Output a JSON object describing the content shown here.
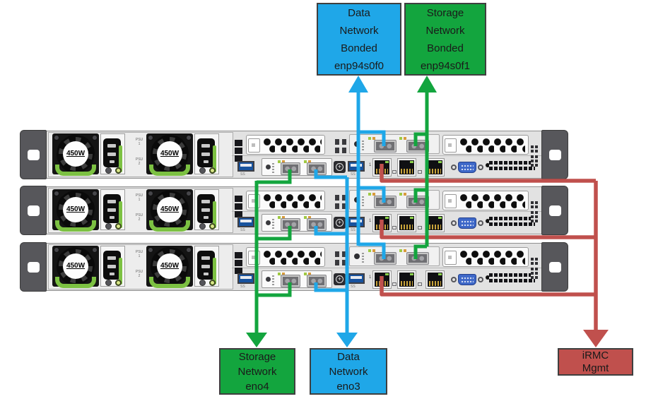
{
  "colors": {
    "data_network_blue": "#1FA7E8",
    "storage_network_green": "#13A53E",
    "irmc_red": "#C0504D",
    "psu_green": "#7CC142"
  },
  "boxes": {
    "data_bonded": {
      "lines": [
        "Data",
        "Network",
        "Bonded",
        "enp94s0f0"
      ]
    },
    "storage_bonded": {
      "lines": [
        "Storage",
        "Network",
        "Bonded",
        "enp94s0f1"
      ]
    },
    "storage_eno4": {
      "lines": [
        "Storage",
        "Network",
        "eno4"
      ]
    },
    "data_eno3": {
      "lines": [
        "Data",
        "Network",
        "eno3"
      ]
    },
    "irmc_mgmt": {
      "lines": [
        "iRMC",
        "Mgmt"
      ]
    }
  },
  "server": {
    "count": 3,
    "psu_wattage": "450W",
    "psu_slot_labels": [
      {
        "name": "PSU",
        "num": "1"
      },
      {
        "name": "PSU",
        "num": "2"
      }
    ],
    "usb_label": "SS",
    "lan_port_label": "1"
  },
  "connections": [
    {
      "network": "Data Network Bonded",
      "interface": "enp94s0f0",
      "color": "#1FA7E8",
      "ports": "upper SFP+ port 0 of each server"
    },
    {
      "network": "Storage Network Bonded",
      "interface": "enp94s0f1",
      "color": "#13A53E",
      "ports": "upper SFP+ port 1 of each server"
    },
    {
      "network": "Storage Network",
      "interface": "eno4",
      "color": "#13A53E",
      "ports": "lower SFP+ port 0 of each server"
    },
    {
      "network": "Data Network",
      "interface": "eno3",
      "color": "#1FA7E8",
      "ports": "lower SFP+ port 1 of each server"
    },
    {
      "network": "iRMC Mgmt",
      "interface": "iRMC",
      "color": "#C0504D",
      "ports": "management LAN port 1 of each server"
    }
  ]
}
